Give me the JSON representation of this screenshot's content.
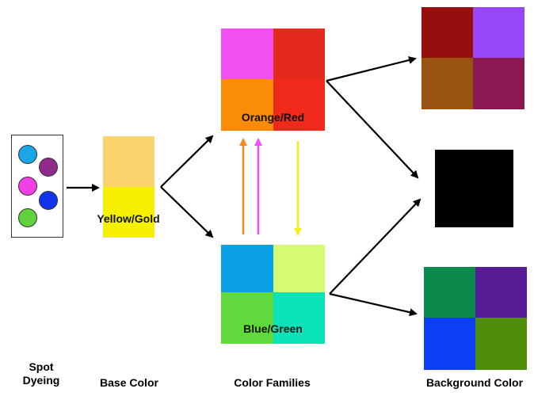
{
  "labels": {
    "spot_dyeing_line1": "Spot",
    "spot_dyeing_line2": "Dyeing",
    "base_color": "Base Color",
    "color_families": "Color Families",
    "background_color": "Background Color"
  },
  "blocks": {
    "yellow_gold": "Yellow/Gold",
    "orange_red": "Orange/Red",
    "blue_green": "Blue/Green"
  },
  "colors": {
    "dots": [
      "#1aa6e8",
      "#8f2a8a",
      "#f23fe6",
      "#1133ee",
      "#5fd23e"
    ],
    "yellow_gold": [
      "#fbd36e",
      "#f6f000"
    ],
    "orange_red": [
      "#f24ff0",
      "#e42a1c",
      "#fb8c0a",
      "#f02a1a"
    ],
    "blue_green": [
      "#0aa0e8",
      "#d5fb72",
      "#5fd93c",
      "#0ae3b8"
    ],
    "bg_red": [
      "#960f0e",
      "#9847f6",
      "#9a5412",
      "#8c1951"
    ],
    "bg_black": "#000000",
    "bg_green": [
      "#0b8a4e",
      "#581d96",
      "#0b3ef6",
      "#4f8c08"
    ],
    "arrow_orange": "#f08a1c",
    "arrow_magenta": "#f24ff0",
    "arrow_yellow": "#f0ef1a"
  }
}
